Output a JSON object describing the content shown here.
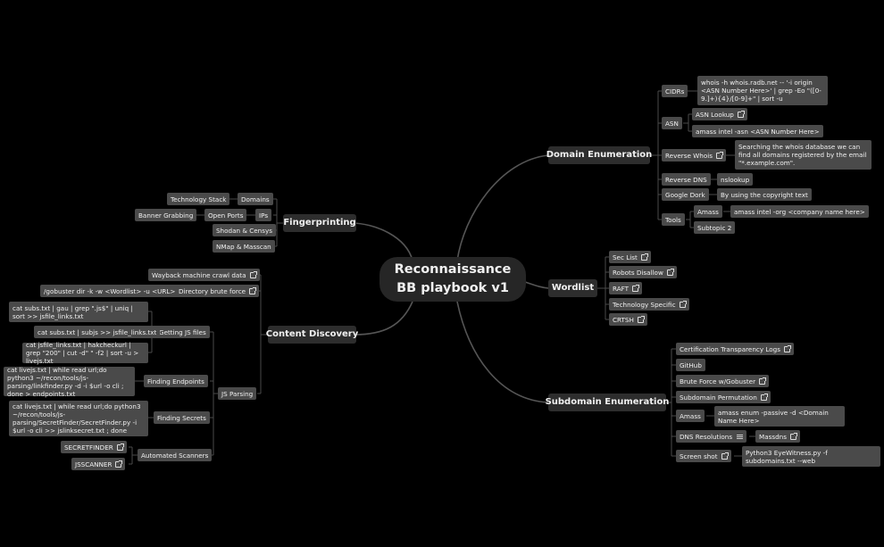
{
  "root": {
    "line1": "Reconnaissance",
    "line2": "BB playbook v1"
  },
  "domain_enumeration": {
    "label": "Domain Enumeration",
    "cidrs": {
      "label": "CIDRs",
      "cmd": "whois -h whois.radb.net -- '-i origin <ASN Number Here>' | grep -Eo \"([0-9.]+){4}/[0-9]+\" | sort -u"
    },
    "asn": {
      "label": "ASN",
      "lookup": "ASN Lookup",
      "amass": "amass intel -asn <ASN Number Here>"
    },
    "reverse_whois": {
      "label": "Reverse Whois",
      "note": "Searching the whois database we can find all domains registered by the email \"*.example.com\"."
    },
    "reverse_dns": {
      "label": "Reverse DNS",
      "tool": "nslookup"
    },
    "google_dork": {
      "label": "Google Dork",
      "note": "By using the copyright text"
    },
    "tools": {
      "label": "Tools",
      "amass": "Amass",
      "amass_cmd": "amass intel -org <company name here>",
      "subtopic": "Subtopic 2"
    }
  },
  "wordlist": {
    "label": "Wordlist",
    "items": [
      "Sec List",
      "Robots Disallow",
      "RAFT",
      "Technology Specific",
      "CRTSH"
    ]
  },
  "subdomain_enumeration": {
    "label": "Subdomain Enumeration",
    "cert": "Certification Transparency Logs",
    "github": "GitHub",
    "brute": "Brute Force w/Gobuster",
    "perm": "Subdomain Permutation",
    "amass": "Amass",
    "amass_cmd": "amass enum -passive -d <Domain Name Here>",
    "dns": "DNS Resolutions",
    "massdns": "Massdns",
    "screenshot": "Screen shot",
    "eyewitness": "Python3 EyeWitness.py -f subdomains.txt --web"
  },
  "fingerprinting": {
    "label": "Fingerprinting",
    "domains": "Domains",
    "tech_stack": "Technology Stack",
    "ips": "IPs",
    "open_ports": "Open Ports",
    "banner": "Banner Grabbing",
    "shodan": "Shodan & Censys",
    "nmap": "NMap & Masscan"
  },
  "content_discovery": {
    "label": "Content Discovery",
    "wayback": "Wayback machine crawl data",
    "dirbrute": "Directory brute force",
    "gobuster_cmd": "/gobuster dir -k -w <Wordlist> -u <URL>",
    "js_parsing": "JS Parsing",
    "getting_js": "Getting JS files",
    "js_cmd1": "cat subs.txt | gau | grep \".js$\" | uniq | sort >> jsfile_links.txt",
    "js_cmd2": "cat subs.txt | subjs >> jsfile_links.txt",
    "js_cmd3": "cat jsfile_links.txt | hakcheckurl | grep \"200\" | cut -d\" \" -f2 | sort -u > livejs.txt",
    "endpoints": "Finding Endpoints",
    "endpoints_cmd": "cat livejs.txt | while read url;do python3 ~/recon/tools/js-parsing/linkfinder.py -d -i $url -o cli ; done > endpoints.txt",
    "secrets": "Finding Secrets",
    "secrets_cmd": "cat livejs.txt | while read url;do python3 ~/recon/tools/js-parsing/SecretFinder/SecretFinder.py -i $url -o cli >> jslinksecret.txt ; done",
    "scanners": "Automated Scanners",
    "secretfinder": "SECRETFINDER",
    "jsscanner": "JSSCANNER"
  }
}
